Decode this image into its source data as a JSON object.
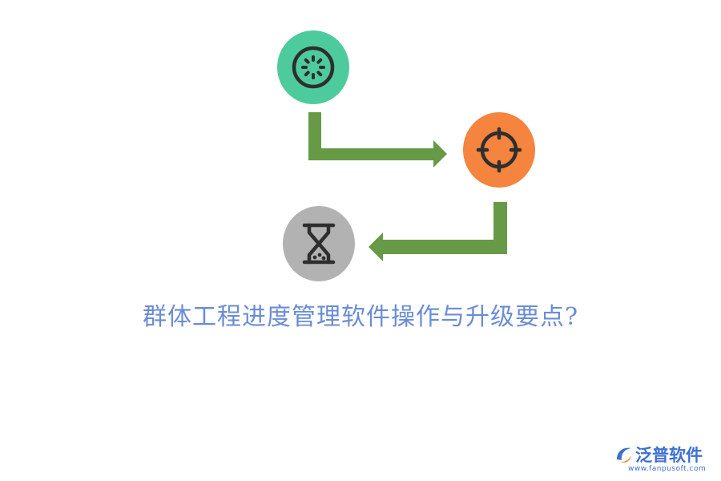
{
  "diagram": {
    "nodes": [
      {
        "icon": "kiwi-slice-icon",
        "color": "#4ecb9c"
      },
      {
        "icon": "crosshair-target-icon",
        "color": "#f5843e"
      },
      {
        "icon": "hourglass-icon",
        "color": "#b2b2b2"
      }
    ],
    "connector_color": "#679a46",
    "icon_stroke_color": "#2e2e2e",
    "title": "群体工程进度管理软件操作与升级要点?",
    "title_color": "#6a8cd6"
  },
  "brand": {
    "name": "泛普软件",
    "url": "www.fanpusoft.com",
    "name_color": "#3f6fd0",
    "accent_color": "#f08a3a"
  }
}
